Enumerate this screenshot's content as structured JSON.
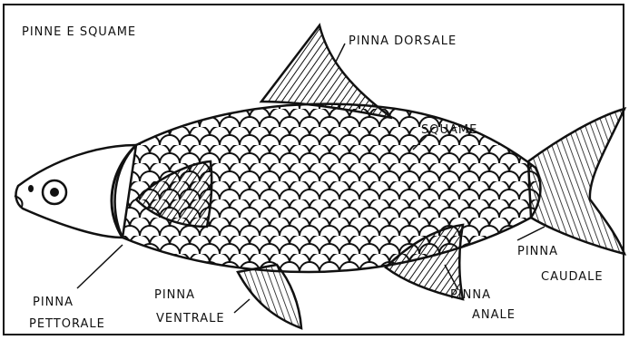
{
  "title": "PINNE E SQUAME",
  "labels": {
    "dorsal": "PINNA DORSALE",
    "scales": "SQUAME",
    "caudal": [
      "PINNA",
      "CAUDALE"
    ],
    "anal": [
      "PINNA",
      "ANALE"
    ],
    "pelvic": [
      "PINNA",
      "VENTRALE"
    ],
    "pectoral": [
      "PINNA",
      "PETTORALE"
    ]
  },
  "colors": {
    "ink": "#111111",
    "paper": "#ffffff"
  }
}
